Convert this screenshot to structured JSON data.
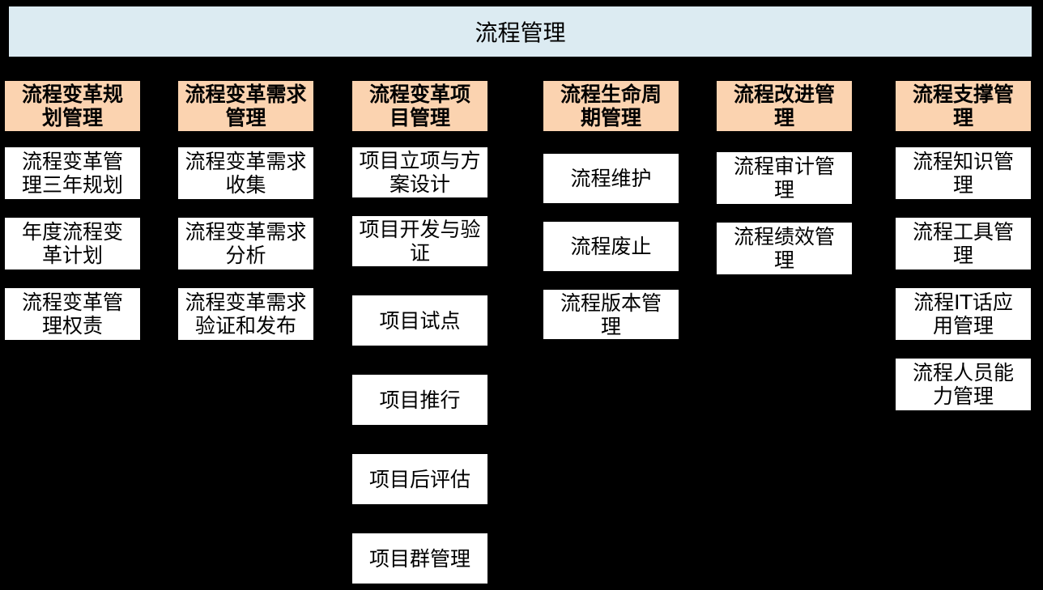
{
  "title": "流程管理",
  "colors": {
    "background": "#000000",
    "title_bar_bg": "#dcebf2",
    "column_header_bg": "#fbd3b0",
    "item_bg": "#ffffff",
    "text": "#000000"
  },
  "columns": [
    {
      "header": "流程变革规\n划管理",
      "items": [
        "流程变革管\n理三年规划",
        "年度流程变\n革计划",
        "流程变革管\n理权责"
      ]
    },
    {
      "header": "流程变革需求\n管理",
      "items": [
        "流程变革需求\n收集",
        "流程变革需求\n分析",
        "流程变革需求\n验证和发布"
      ]
    },
    {
      "header": "流程变革项\n目管理",
      "items": [
        "项目立项与方\n案设计",
        "项目开发与验\n证",
        "项目试点",
        "项目推行",
        "项目后评估",
        "项目群管理"
      ]
    },
    {
      "header": "流程生命周\n期管理",
      "items": [
        "流程维护",
        "流程废止",
        "流程版本管\n理"
      ]
    },
    {
      "header": "流程改进管\n理",
      "items": [
        "流程审计管\n理",
        "流程绩效管\n理"
      ]
    },
    {
      "header": "流程支撑管\n理",
      "items": [
        "流程知识管\n理",
        "流程工具管\n理",
        "流程IT话应\n用管理",
        "流程人员能\n力管理"
      ]
    }
  ]
}
